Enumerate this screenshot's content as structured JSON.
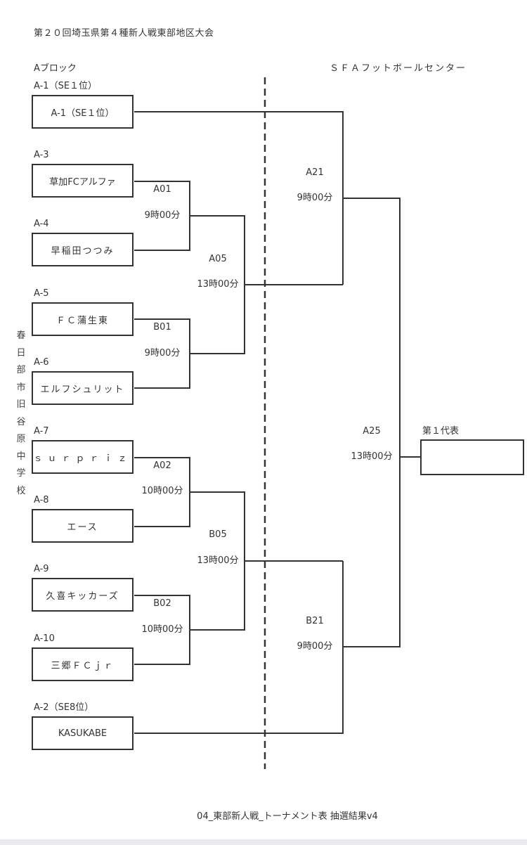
{
  "title": "第２０回埼玉県第４種新人戦東部地区大会",
  "block_label": "Aブロック",
  "venue_right": "ＳＦＡフットボールセンター",
  "venue_left_vertical": [
    "春",
    "日",
    "部",
    "市",
    "旧",
    "谷",
    "原",
    "中",
    "学",
    "校"
  ],
  "teams": [
    {
      "seed": "A-1（SE１位）",
      "name": "A-1（SE１位）"
    },
    {
      "seed": "A-3",
      "name": "草加FCアルファ"
    },
    {
      "seed": "A-4",
      "name": "早稲田つつみ"
    },
    {
      "seed": "A-5",
      "name": "ＦＣ蒲生東"
    },
    {
      "seed": "A-6",
      "name": "エルフシュリット"
    },
    {
      "seed": "A-7",
      "name": "ｓｕｒｐｒｉｚ"
    },
    {
      "seed": "A-8",
      "name": "エース"
    },
    {
      "seed": "A-9",
      "name": "久喜キッカーズ"
    },
    {
      "seed": "A-10",
      "name": "三郷ＦＣｊｒ"
    },
    {
      "seed": "A-2（SE8位）",
      "name": "KASUKABE"
    }
  ],
  "matches": [
    {
      "code": "A01",
      "time": "9時00分"
    },
    {
      "code": "B01",
      "time": "9時00分"
    },
    {
      "code": "A02",
      "time": "10時00分"
    },
    {
      "code": "B02",
      "time": "10時00分"
    },
    {
      "code": "A05",
      "time": "13時00分"
    },
    {
      "code": "B05",
      "time": "13時00分"
    },
    {
      "code": "A21",
      "time": "9時00分"
    },
    {
      "code": "B21",
      "time": "9時00分"
    },
    {
      "code": "A25",
      "time": "13時00分"
    }
  ],
  "representative_label": "第１代表",
  "representative_value": "",
  "footer": "04_東部新人戦_トーナメント表 抽選結果v4"
}
